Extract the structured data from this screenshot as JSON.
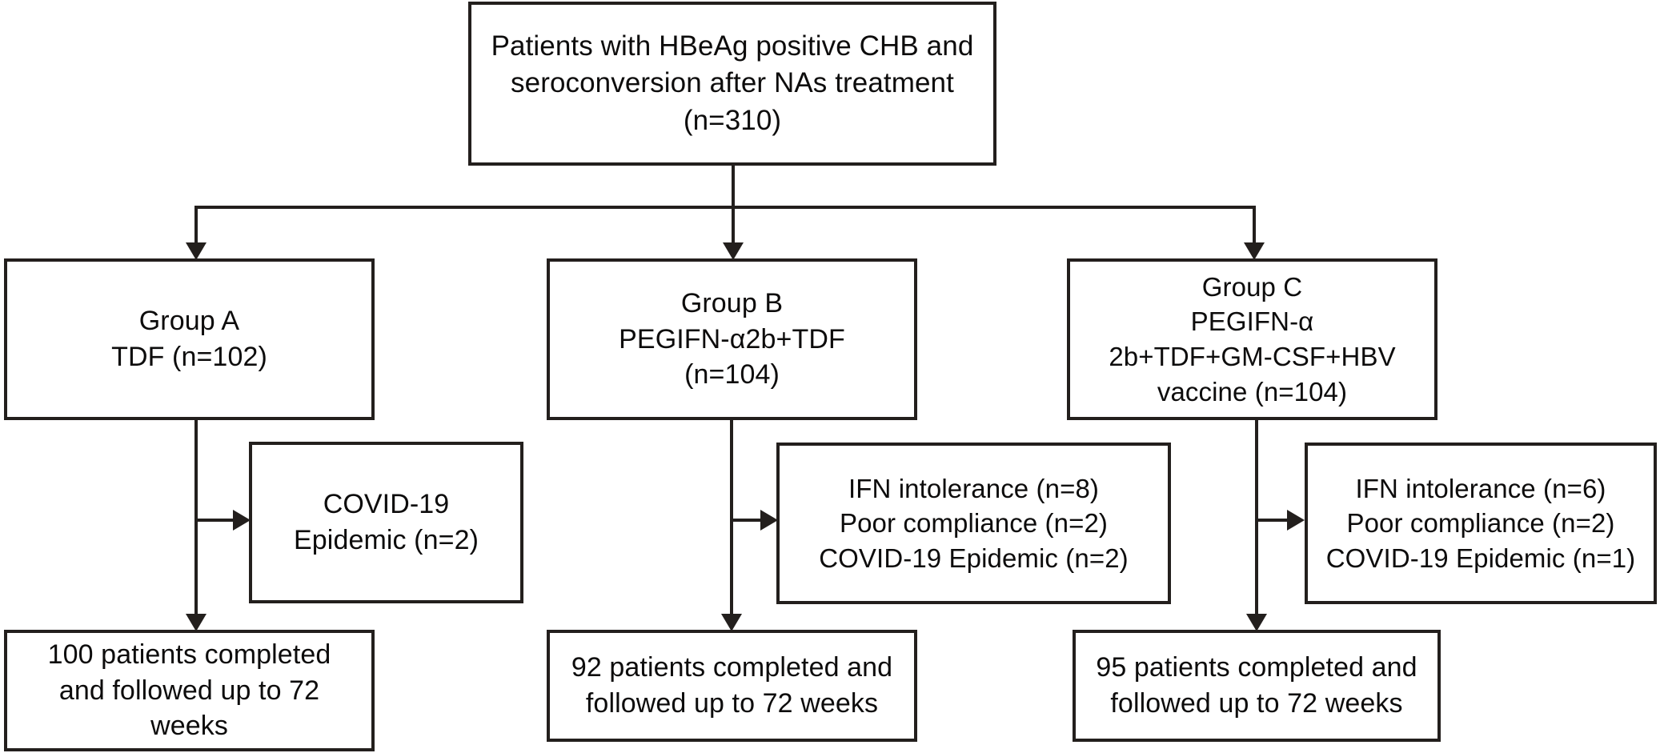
{
  "diagram": {
    "type": "flowchart",
    "title_text": "",
    "background_color": "#ffffff",
    "line_color": "#231f1d",
    "text_color": "#0d0c0c",
    "nodes": {
      "root": {
        "label": "Patients with HBeAg positive CHB and\nseroconversion after NAs treatment\n(n=310)",
        "n": 310
      },
      "group_a": {
        "label": "Group A\nTDF (n=102)",
        "n": 102
      },
      "group_b": {
        "label": "Group B\nPEGIFN-α2b+TDF\n(n=104)",
        "n": 104
      },
      "group_c": {
        "label": "Group C\nPEGIFN-α\n2b+TDF+GM-CSF+HBV\nvaccine (n=104)",
        "n": 104
      },
      "exclusions_a": {
        "label": "COVID-19\nEpidemic (n=2)"
      },
      "exclusions_b": {
        "label": "IFN intolerance (n=8)\nPoor compliance (n=2)\nCOVID-19 Epidemic (n=2)"
      },
      "exclusions_c": {
        "label": "IFN intolerance (n=6)\nPoor compliance (n=2)\nCOVID-19 Epidemic (n=1)"
      },
      "final_a": {
        "label": "100 patients completed\nand followed up to 72\nweeks",
        "n": 100
      },
      "final_b": {
        "label": "92 patients completed and\nfollowed up to 72 weeks",
        "n": 92
      },
      "final_c": {
        "label": "95 patients completed and\nfollowed up to 72 weeks",
        "n": 95
      }
    }
  }
}
